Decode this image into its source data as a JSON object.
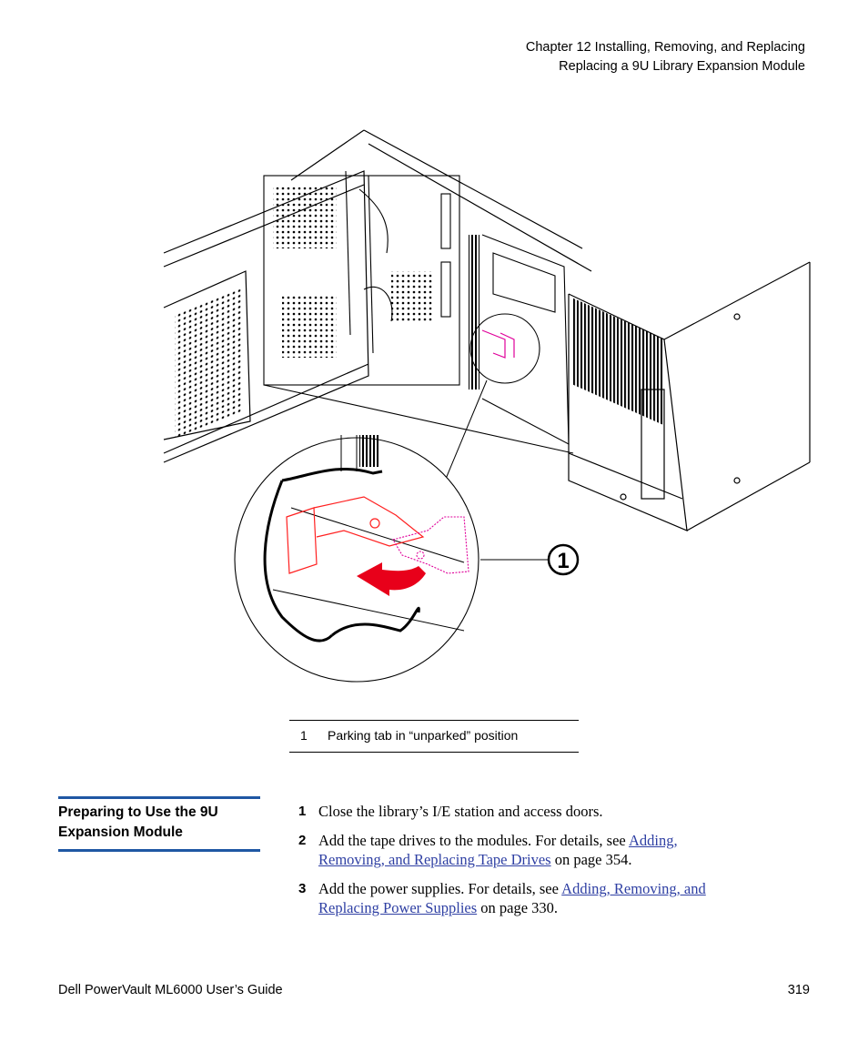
{
  "header": {
    "chapter": "Chapter 12  Installing, Removing, and Replacing",
    "section": "Replacing a 9U Library Expansion Module"
  },
  "figure": {
    "callout_number": "1",
    "legend": [
      {
        "num": "1",
        "text": "Parking tab in “unparked” position"
      }
    ],
    "accent_color": "#e0009a",
    "detail_color": "#ff2020",
    "arrow_color": "#e8001a"
  },
  "sidebar": {
    "title_line1": "Preparing to Use the 9U",
    "title_line2": "Expansion Module",
    "rule_color": "#1f57a3"
  },
  "steps": [
    {
      "num": "1",
      "text": "Close the library’s I/E station and access doors."
    },
    {
      "num": "2",
      "pre": "Add the tape drives to the modules. For details, see ",
      "link1": "Adding, ",
      "link2": "Removing, and Replacing Tape Drives",
      "post": " on page 354."
    },
    {
      "num": "3",
      "pre": "Add the power supplies. For details, see ",
      "link1": "Adding, Removing, and ",
      "link2": "Replacing Power Supplies",
      "post": " on page 330."
    }
  ],
  "footer": {
    "title": "Dell PowerVault ML6000 User’s Guide",
    "page": "319"
  }
}
